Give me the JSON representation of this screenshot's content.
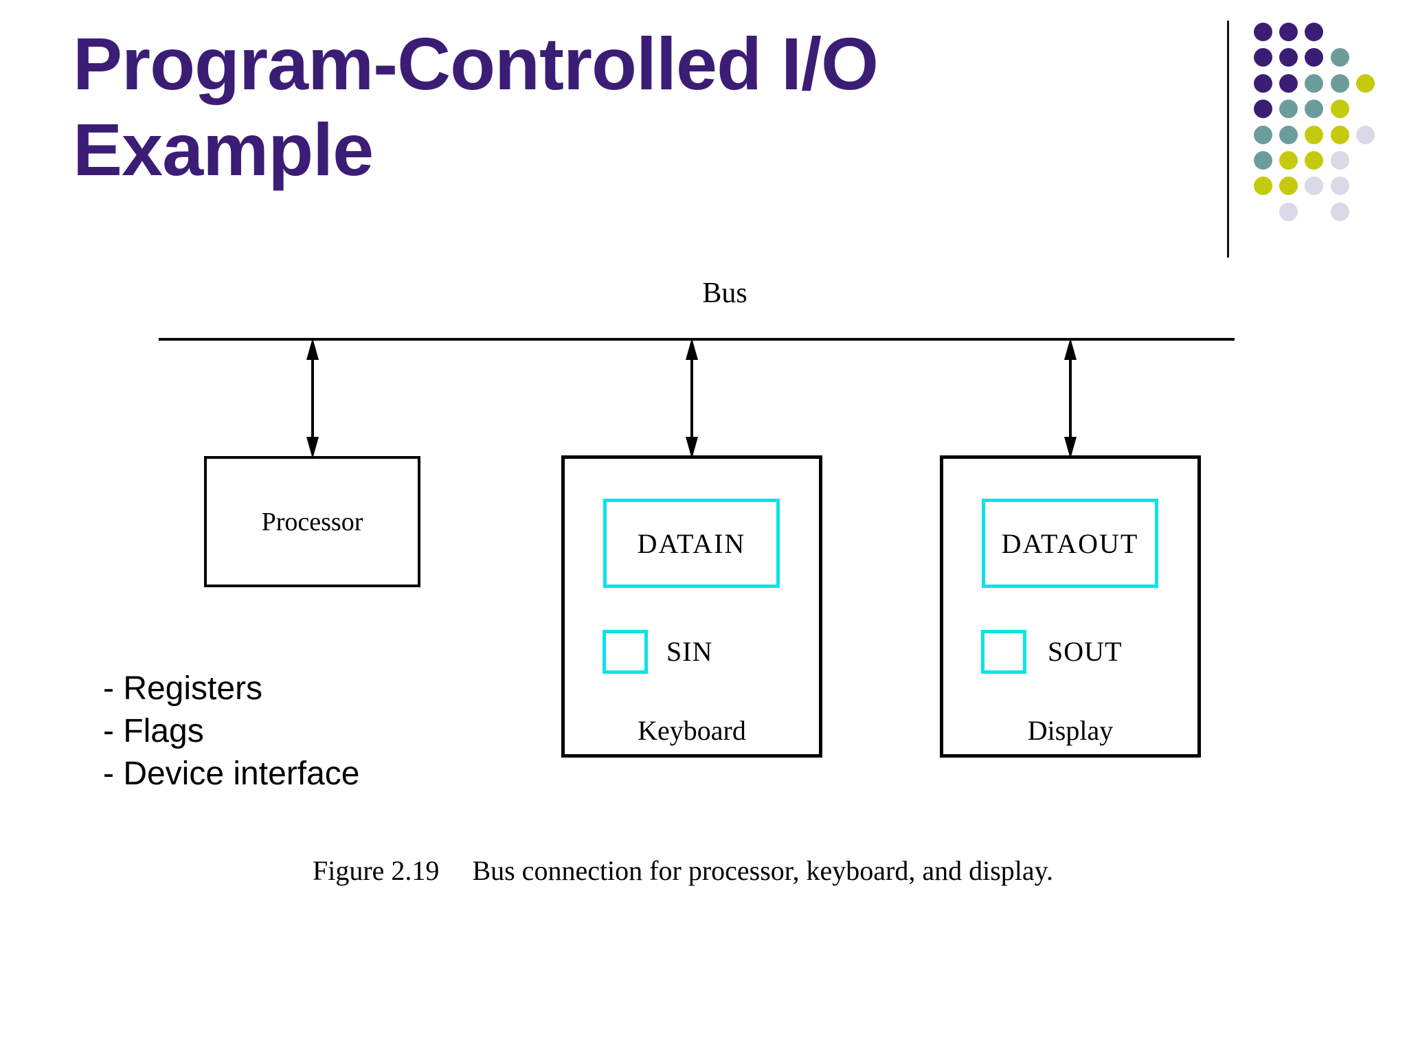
{
  "slide": {
    "title": "Program-Controlled I/O\nExample",
    "title_color": "#3b1d75"
  },
  "decoration": {
    "dot_colors": {
      "P": "#3b1d75",
      "T": "#6d9d9b",
      "Y": "#c5ca0e",
      "L": "#d9d9e8"
    },
    "dot_pattern": [
      "PPP..",
      "PPPT.",
      "PPTTY",
      "PTTY.",
      "TTYYL",
      "TYYL.",
      "YYLL.",
      ".L.L."
    ]
  },
  "diagram": {
    "bus_label": "Bus",
    "accent_color": "#0be4e6",
    "processor": {
      "label": "Processor"
    },
    "keyboard": {
      "label": "Keyboard",
      "data_register": "DATAIN",
      "status_flag": "SIN"
    },
    "display": {
      "label": "Display",
      "data_register": "DATAOUT",
      "status_flag": "SOUT"
    }
  },
  "notes": {
    "items": [
      "- Registers",
      "- Flags",
      "- Device interface"
    ]
  },
  "caption": {
    "label": "Figure 2.19",
    "text": "Bus connection for processor, keyboard, and display."
  }
}
